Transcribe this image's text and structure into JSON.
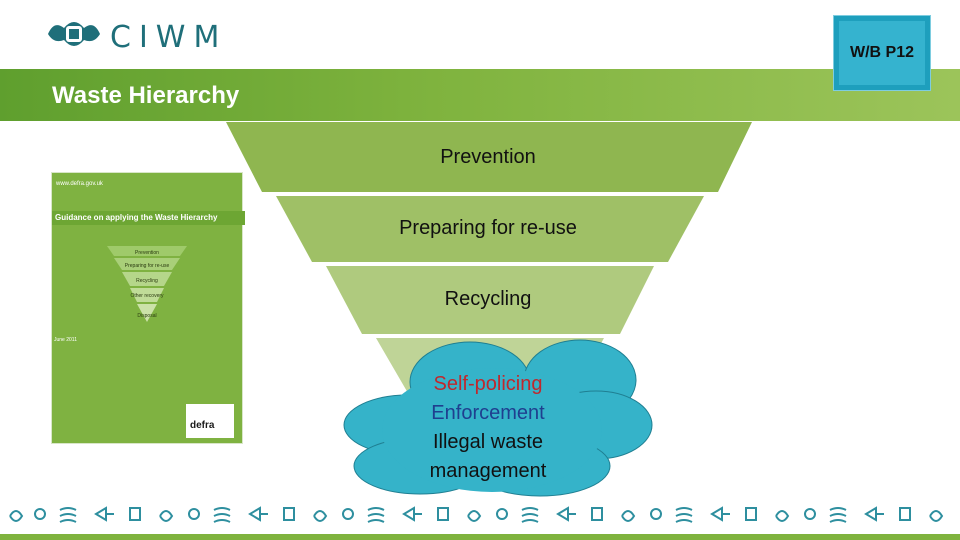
{
  "header": {
    "brand": "CIWM",
    "badge": "W/B P12",
    "title": "Waste Hierarchy"
  },
  "pyramid": {
    "tiers": [
      "Prevention",
      "Preparing for re-use",
      "Recycling"
    ]
  },
  "cloud": {
    "lines": [
      "Self-policing",
      "Enforcement",
      "Illegal waste",
      "management"
    ],
    "colors": [
      "#c0282d",
      "#1f3f8f",
      "#111111",
      "#111111"
    ]
  },
  "cover": {
    "url": "www.defra.gov.uk",
    "heading": "Guidance on applying the Waste Hierarchy",
    "tiers": [
      "Prevention",
      "Preparing for re-use",
      "Recycling",
      "Other recovery",
      "Disposal"
    ],
    "date": "June 2011",
    "publisher": "defra"
  },
  "colors": {
    "accent_green": "#7fb33e",
    "badge_blue": "#1e9fbd",
    "brand_teal": "#1f6f7a",
    "cloud_fill": "#35b3c9"
  }
}
